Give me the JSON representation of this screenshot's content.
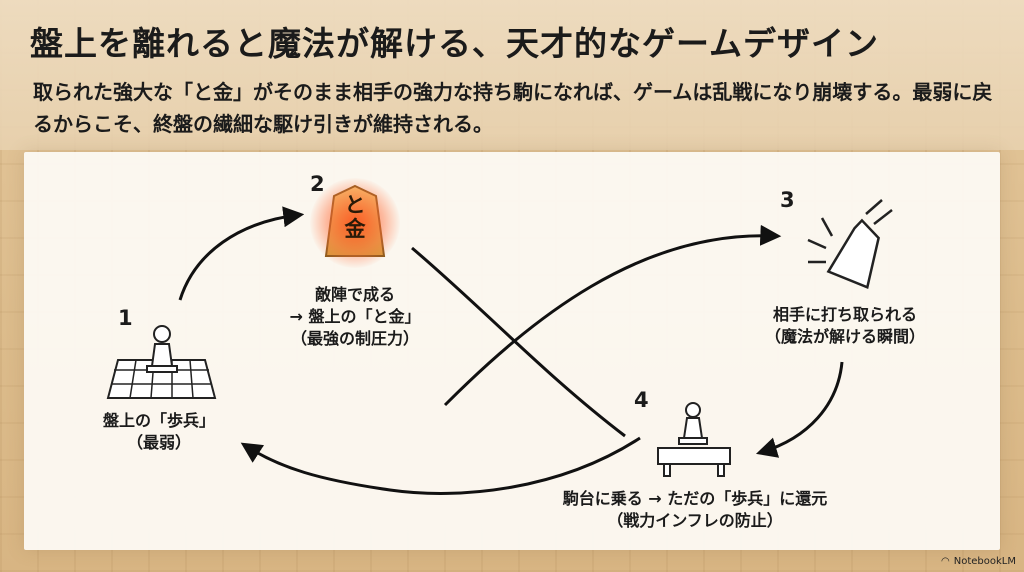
{
  "title": "盤上を離れると魔法が解ける、天才的なゲームデザイン",
  "subtitle": "取られた強大な「と金」がそのまま相手の強力な持ち駒になれば、ゲームは乱戦になり崩壊する。最弱に戻るからこそ、終盤の繊細な駆け引きが維持される。",
  "steps": [
    {
      "number": "1",
      "lines": [
        "盤上の「歩兵」",
        "（最弱）"
      ],
      "icon": "pawn-on-board-icon"
    },
    {
      "number": "2",
      "lines": [
        "敵陣で成る",
        "→ 盤上の「と金」",
        "（最強の制圧力）"
      ],
      "icon": "tokin-piece-icon",
      "piece_text": [
        "と",
        "金"
      ]
    },
    {
      "number": "3",
      "lines": [
        "相手に打ち取られる",
        "（魔法が解ける瞬間）"
      ],
      "icon": "captured-piece-icon"
    },
    {
      "number": "4",
      "lines": [
        "駒台に乗る → ただの「歩兵」に還元",
        "（戦力インフレの防止）"
      ],
      "icon": "pawn-on-stand-icon"
    }
  ],
  "brand": "NotebookLM",
  "colors": {
    "glow": "#ff5a28",
    "ink": "#1b1b1b",
    "panel": "#fcf9f2"
  }
}
